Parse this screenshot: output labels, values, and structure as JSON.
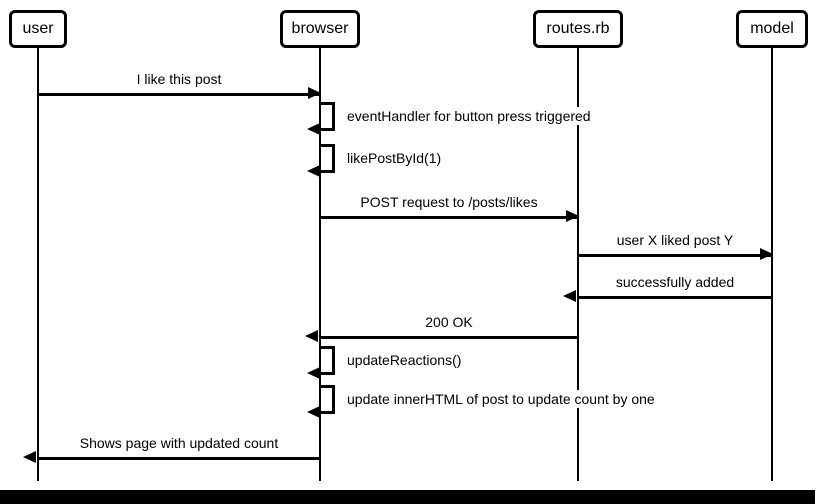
{
  "diagram_type": "uml-sequence",
  "participants": [
    {
      "label": "user"
    },
    {
      "label": "browser"
    },
    {
      "label": "routes.rb"
    },
    {
      "label": "model"
    }
  ],
  "messages": [
    {
      "type": "message",
      "from": 0,
      "to": 1,
      "label": "I like this post"
    },
    {
      "type": "self",
      "from": 1,
      "to": 1,
      "label": "eventHandler for button press triggered"
    },
    {
      "type": "self",
      "from": 1,
      "to": 1,
      "label": "likePostById(1)"
    },
    {
      "type": "message",
      "from": 1,
      "to": 2,
      "label": "POST request to /posts/likes"
    },
    {
      "type": "message",
      "from": 2,
      "to": 3,
      "label": "user X liked post Y"
    },
    {
      "type": "message",
      "from": 3,
      "to": 2,
      "label": "successfully added"
    },
    {
      "type": "message",
      "from": 2,
      "to": 1,
      "label": "200 OK"
    },
    {
      "type": "self",
      "from": 1,
      "to": 1,
      "label": "updateReactions()"
    },
    {
      "type": "self",
      "from": 1,
      "to": 1,
      "label": "update innerHTML of post to update count by one"
    },
    {
      "type": "message",
      "from": 1,
      "to": 0,
      "label": "Shows page with updated count"
    }
  ],
  "colors": {
    "line": "#000000",
    "text": "#000000",
    "background": "#ffffff",
    "bottom_bar": "#000000"
  }
}
